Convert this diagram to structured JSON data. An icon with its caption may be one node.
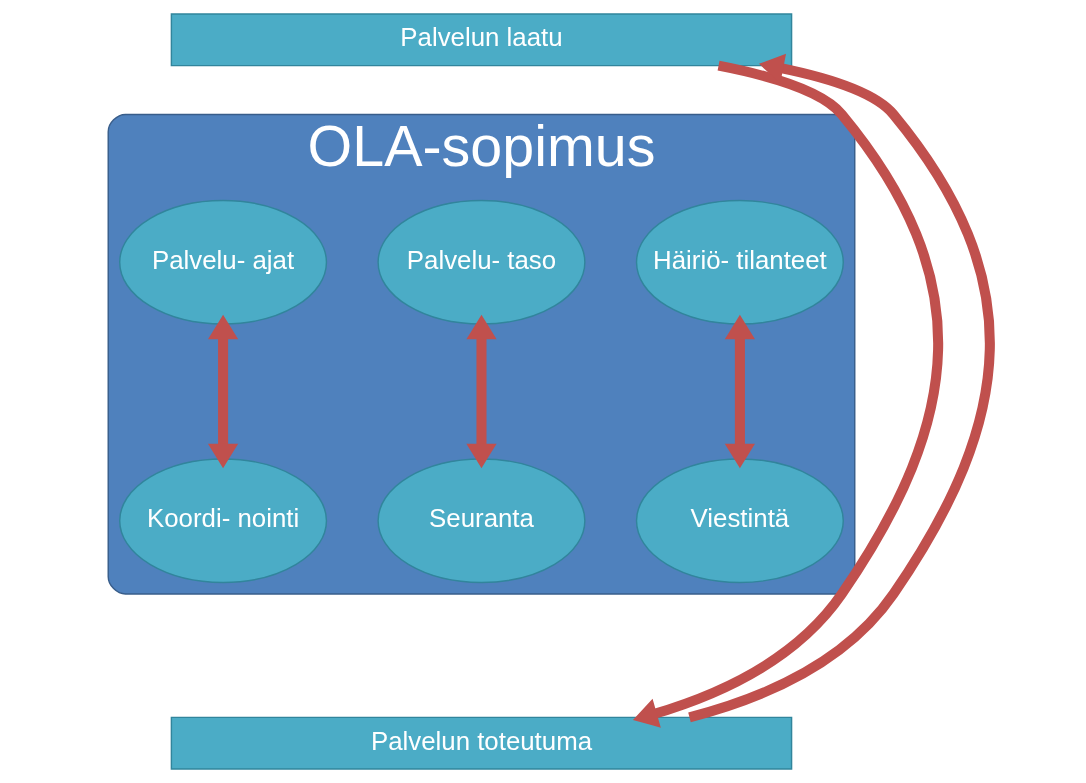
{
  "diagram": {
    "nodes": [
      {
        "text": [
          "OLA-sopimus"
        ]
      },
      {
        "text": [
          "Palvelun laatu"
        ]
      },
      {
        "text": [
          "Palvelu- ajat"
        ],
        "in": 0
      },
      {
        "text": [
          "Palvelu- taso"
        ],
        "in": 0
      },
      {
        "text": [
          "Häiriö- tilanteet"
        ],
        "in": 0
      },
      {
        "text": [
          "Koordi- nointi"
        ],
        "in": 0
      },
      {
        "text": [
          "Seuranta"
        ],
        "in": 0
      },
      {
        "text": [
          "Viestintä"
        ],
        "in": 0
      },
      {
        "text": [
          "Palvelun toteutuma"
        ]
      }
    ],
    "edges": [
      {
        "from": 2,
        "to": 5,
        "arrow": "both"
      },
      {
        "from": 3,
        "to": 6,
        "arrow": "both"
      },
      {
        "from": 4,
        "to": 7,
        "arrow": "both"
      },
      {
        "from": 1,
        "to": 8,
        "arrow": "to"
      },
      {
        "from": 8,
        "to": 1,
        "arrow": "to"
      }
    ]
  }
}
